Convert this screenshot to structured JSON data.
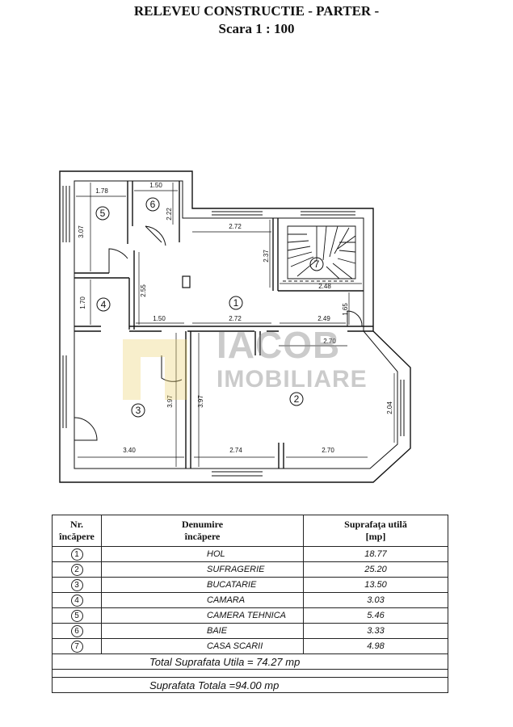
{
  "header": {
    "title_line1": "RELEVEU   CONSTRUCTIE - PARTER -",
    "title_line2": "Scara   1 : 100"
  },
  "watermark": {
    "line1": "IACOB",
    "line2": "IMOBILIARE"
  },
  "plan": {
    "room_numbers": [
      "1",
      "2",
      "3",
      "4",
      "5",
      "6",
      "7"
    ],
    "dimensions": {
      "d_178": "1.78",
      "d_150_top": "1.50",
      "d_307": "3.07",
      "d_222": "2.22",
      "d_272_top": "2.72",
      "d_237": "2.37",
      "d_255": "2.55",
      "d_170": "1.70",
      "d_248": "2.48",
      "d_165": "1.65",
      "d_150_mid": "1.50",
      "d_272_mid": "2.72",
      "d_249": "2.49",
      "d_270_top": "2.70",
      "d_397_a": "3.97",
      "d_397_b": "3.97",
      "d_204": "2.04",
      "d_340": "3.40",
      "d_274": "2.74",
      "d_270_bot": "2.70"
    }
  },
  "table": {
    "headers": {
      "nr": [
        "Nr.",
        "încăpere"
      ],
      "name": [
        "Denumire",
        "încăpere"
      ],
      "area": [
        "Suprafaţa utilă",
        "[mp]"
      ]
    },
    "rows": [
      {
        "nr": "1",
        "name": "HOL",
        "area": "18.77"
      },
      {
        "nr": "2",
        "name": "SUFRAGERIE",
        "area": "25.20"
      },
      {
        "nr": "3",
        "name": "BUCATARIE",
        "area": "13.50"
      },
      {
        "nr": "4",
        "name": "CAMARA",
        "area": "3.03"
      },
      {
        "nr": "5",
        "name": "CAMERA TEHNICA",
        "area": "5.46"
      },
      {
        "nr": "6",
        "name": "BAIE",
        "area": "3.33"
      },
      {
        "nr": "7",
        "name": "CASA SCARII",
        "area": "4.98"
      }
    ],
    "total_util": "Total Suprafata Utila = 74.27 mp",
    "total": "Suprafata Totala   =94.00 mp"
  }
}
